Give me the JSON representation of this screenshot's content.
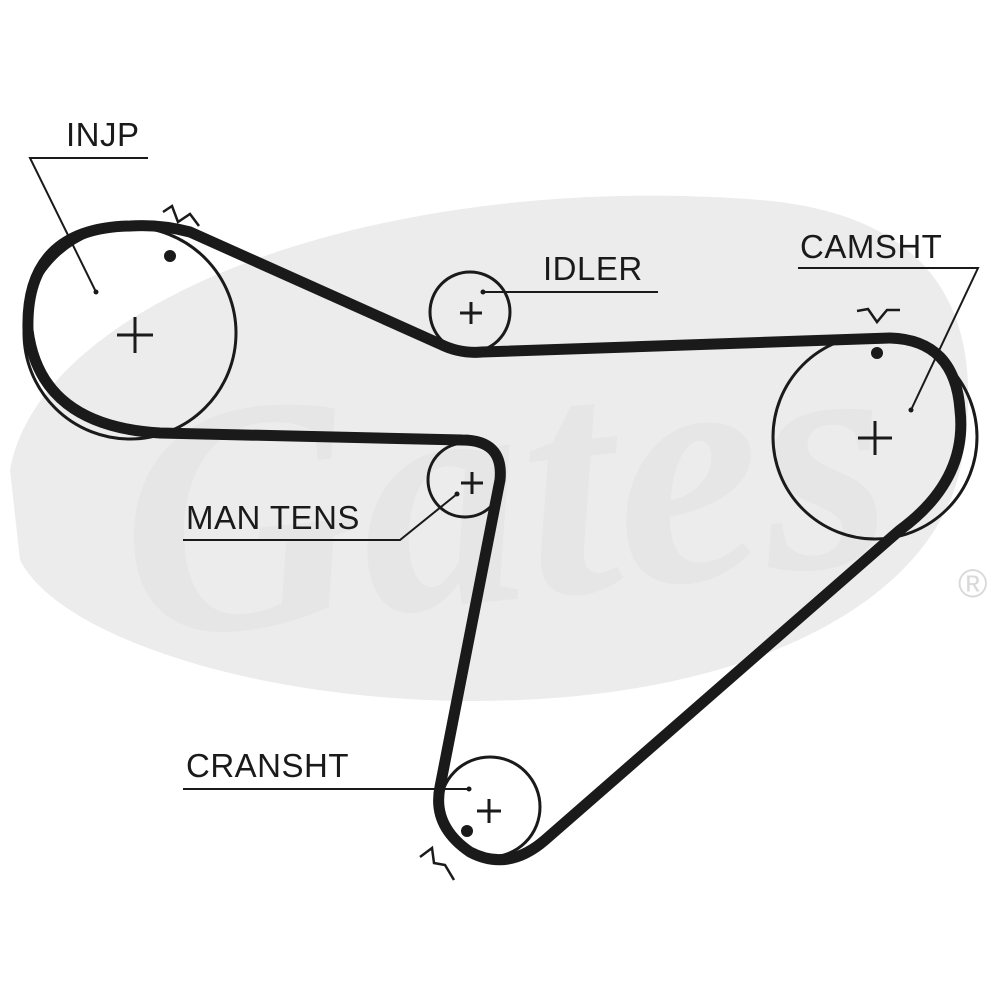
{
  "watermark": {
    "brand_text": "Gates",
    "registered_mark": "®",
    "color": "#e6e6e6"
  },
  "labels": {
    "injection_pump": "INJP",
    "idler": "IDLER",
    "camshaft": "CAMSHT",
    "manual_tensioner": "MAN TENS",
    "crankshaft": "CRANSHT"
  },
  "colors": {
    "belt": "#1a1a1a",
    "pulley_outline": "#1a1a1a",
    "background": "#ffffff"
  }
}
